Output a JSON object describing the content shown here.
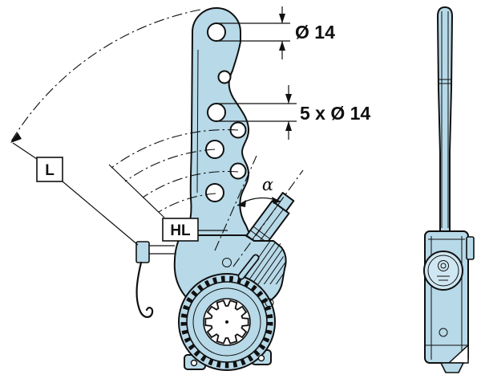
{
  "diagram": {
    "labels": {
      "dia_top": "Ø 14",
      "dia_holes": "5 x Ø 14",
      "length": "L",
      "hole_length": "HL",
      "angle": "α"
    },
    "colors": {
      "body": "#b7d9e8",
      "body_light": "#cfe7f2",
      "line": "#101010",
      "background": "#ffffff"
    }
  }
}
